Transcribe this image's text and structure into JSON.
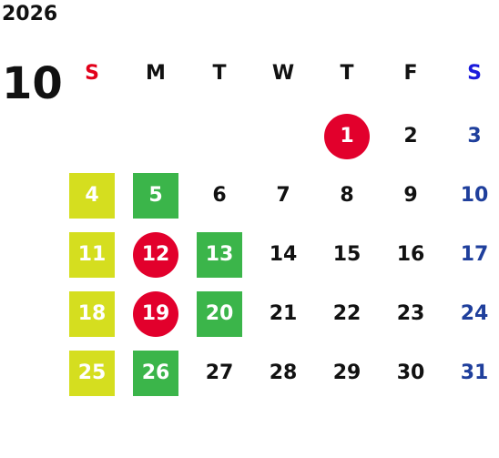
{
  "calendar": {
    "year": "2026",
    "month": "10",
    "weekdays": [
      {
        "label": "S",
        "color": "#e2001a"
      },
      {
        "label": "M",
        "color": "#111111"
      },
      {
        "label": "T",
        "color": "#111111"
      },
      {
        "label": "W",
        "color": "#111111"
      },
      {
        "label": "T",
        "color": "#111111"
      },
      {
        "label": "F",
        "color": "#111111"
      },
      {
        "label": "S",
        "color": "#1a1adc"
      }
    ],
    "marker_colors": {
      "lime": "#d5de1f",
      "green": "#3bb54a",
      "red": "#e2002c",
      "saturday_text": "#1f3f9c"
    },
    "weeks": [
      [
        {
          "day": ""
        },
        {
          "day": ""
        },
        {
          "day": ""
        },
        {
          "day": ""
        },
        {
          "day": "1",
          "mark": "red"
        },
        {
          "day": "2"
        },
        {
          "day": "3"
        }
      ],
      [
        {
          "day": "4",
          "mark": "lime"
        },
        {
          "day": "5",
          "mark": "green"
        },
        {
          "day": "6"
        },
        {
          "day": "7"
        },
        {
          "day": "8"
        },
        {
          "day": "9"
        },
        {
          "day": "10"
        }
      ],
      [
        {
          "day": "11",
          "mark": "lime"
        },
        {
          "day": "12",
          "mark": "red"
        },
        {
          "day": "13",
          "mark": "green"
        },
        {
          "day": "14"
        },
        {
          "day": "15"
        },
        {
          "day": "16"
        },
        {
          "day": "17"
        }
      ],
      [
        {
          "day": "18",
          "mark": "lime"
        },
        {
          "day": "19",
          "mark": "red"
        },
        {
          "day": "20",
          "mark": "green"
        },
        {
          "day": "21"
        },
        {
          "day": "22"
        },
        {
          "day": "23"
        },
        {
          "day": "24"
        }
      ],
      [
        {
          "day": "25",
          "mark": "lime"
        },
        {
          "day": "26",
          "mark": "green"
        },
        {
          "day": "27"
        },
        {
          "day": "28"
        },
        {
          "day": "29"
        },
        {
          "day": "30"
        },
        {
          "day": "31"
        }
      ]
    ]
  }
}
